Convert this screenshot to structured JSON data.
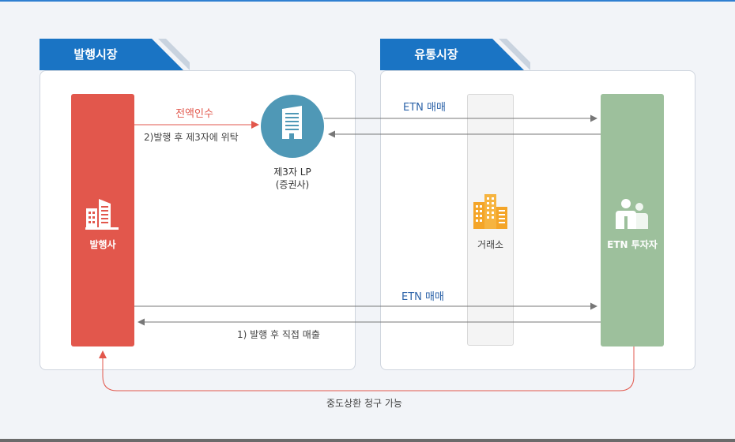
{
  "markets": {
    "issuance": "발행시장",
    "distribution": "유통시장"
  },
  "nodes": {
    "issuer": "발행사",
    "third_party_lp_name": "제3자 LP",
    "third_party_lp_sub": "(증권사)",
    "exchange": "거래소",
    "etn_investor": "ETN 투자자"
  },
  "flows": {
    "full_acquisition": "전액인수",
    "entrust_third_party": "2)발행 후 제3자에 위탁",
    "etn_trade_top": "ETN 매매",
    "etn_trade_bottom": "ETN 매매",
    "direct_sale": "1) 발행 후 직접 매출",
    "early_redemption": "중도상환 청구 가능"
  },
  "icons": {
    "issuer": "building-icon",
    "third_party_lp": "office-tower-icon",
    "exchange": "city-buildings-icon",
    "investor": "people-icon"
  },
  "colors": {
    "tab_blue": "#1a74c4",
    "issuer_red": "#e2574c",
    "lp_teal": "#4f98b6",
    "investor_green": "#9dc09c",
    "exchange_gray": "#f4f4f4",
    "trade_text_blue": "#2b62a8"
  }
}
